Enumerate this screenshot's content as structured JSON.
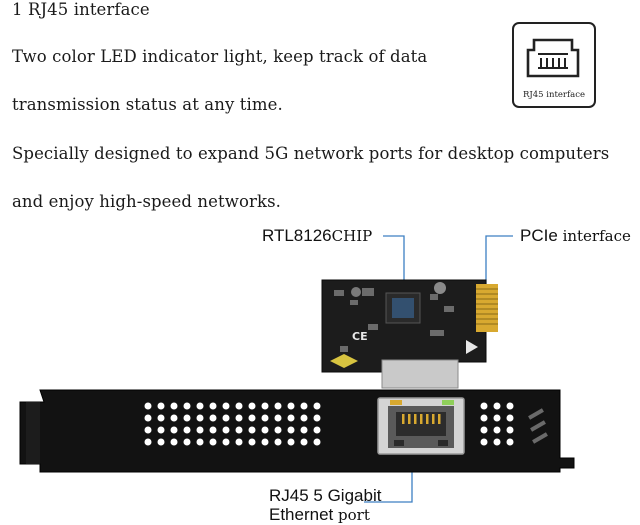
{
  "text_lines": [
    "1 RJ45 interface",
    "Two color LED indicator light, keep track of data",
    "transmission status at any time.",
    "Specially designed to expand 5G network ports for desktop computers",
    "and enjoy high-speed networks."
  ],
  "badge": {
    "label": "RJ45 interface",
    "icon": "rj45-port-icon"
  },
  "callouts": {
    "chip": {
      "bold": "RTL8126",
      "light": "CHIP"
    },
    "pcie": {
      "bold": "PCIe",
      "light": " interface"
    },
    "port": {
      "line1": "RJ45 5 Gigabit",
      "line2_bold": "Ethernet",
      "line2_light": " port"
    }
  },
  "pcb_marking": "CE",
  "colors": {
    "pcb": "#1c1c1c",
    "bracket": "#121212",
    "gold": "#d8a930",
    "callout_line": "#3d7fc2",
    "port_body": "#c9c9c9"
  }
}
